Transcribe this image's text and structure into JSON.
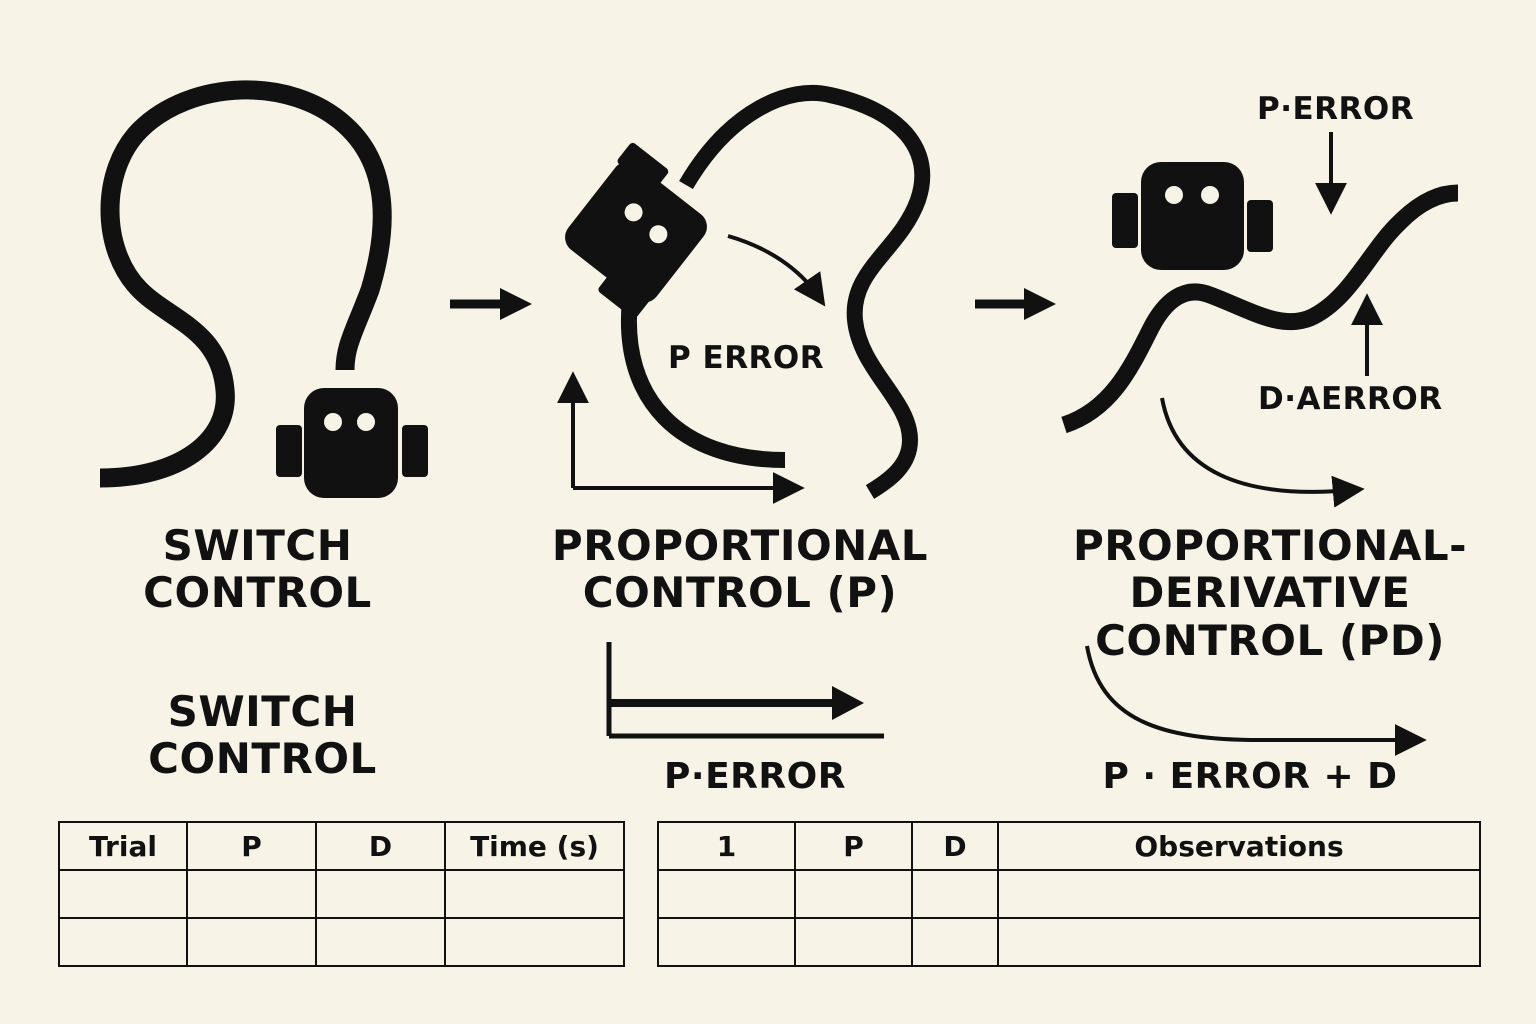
{
  "panels": {
    "switch": {
      "title_line1": "SWITCH",
      "title_line2": "CONTROL",
      "caption_line1": "SWITCH",
      "caption_line2": "CONTROL"
    },
    "proportional": {
      "title_line1": "PROPORTIONAL",
      "title_line2": "CONTROL (P)",
      "inner_label": "P ERROR",
      "formula": "P·ERROR"
    },
    "pd": {
      "title_line1": "PROPORTIONAL-",
      "title_line2": "DERIVATIVE",
      "title_line3": "CONTROL (PD)",
      "top_label": "P·ERROR",
      "bottom_label": "D·AERROR",
      "formula": "P · ERROR + D"
    }
  },
  "table_left": {
    "headers": [
      "Trial",
      "P",
      "D",
      "Time (s)"
    ],
    "rows": [
      [
        "",
        "",
        "",
        ""
      ],
      [
        "",
        "",
        "",
        ""
      ]
    ]
  },
  "table_right": {
    "headers": [
      "1",
      "P",
      "D",
      "Observations"
    ],
    "rows": [
      [
        "",
        "",
        "",
        ""
      ],
      [
        "",
        "",
        "",
        ""
      ]
    ]
  },
  "icons": [
    "robot-icon",
    "track-line",
    "arrow-right-icon",
    "axes-icon"
  ]
}
